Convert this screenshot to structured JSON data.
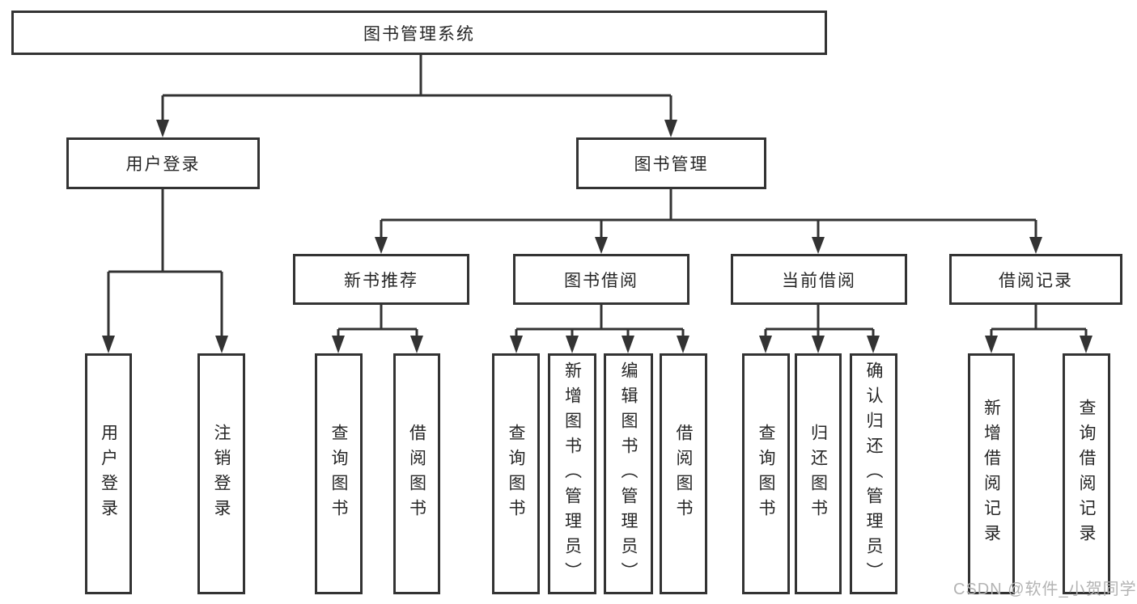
{
  "tree": {
    "root": {
      "label": "图书管理系统",
      "children": [
        {
          "label": "用户登录",
          "children": [
            {
              "label": "用户登录"
            },
            {
              "label": "注销登录"
            }
          ]
        },
        {
          "label": "图书管理",
          "children": [
            {
              "label": "新书推荐",
              "children": [
                {
                  "label": "查询图书"
                },
                {
                  "label": "借阅图书"
                }
              ]
            },
            {
              "label": "图书借阅",
              "children": [
                {
                  "label": "查询图书"
                },
                {
                  "label": "新增图书（管理员）"
                },
                {
                  "label": "编辑图书（管理员）"
                },
                {
                  "label": "借阅图书"
                }
              ]
            },
            {
              "label": "当前借阅",
              "children": [
                {
                  "label": "查询图书"
                },
                {
                  "label": "归还图书"
                },
                {
                  "label": "确认归还（管理员）"
                }
              ]
            },
            {
              "label": "借阅记录",
              "children": [
                {
                  "label": "新增借阅记录"
                },
                {
                  "label": "查询借阅记录"
                }
              ]
            }
          ]
        }
      ]
    }
  },
  "watermark": {
    "text": "CSDN @软件_小贺同学"
  },
  "colors": {
    "line": "#333333",
    "box_border": "#333333",
    "text": "#262626",
    "background": "#ffffff",
    "watermark": "#b3b3b3"
  }
}
